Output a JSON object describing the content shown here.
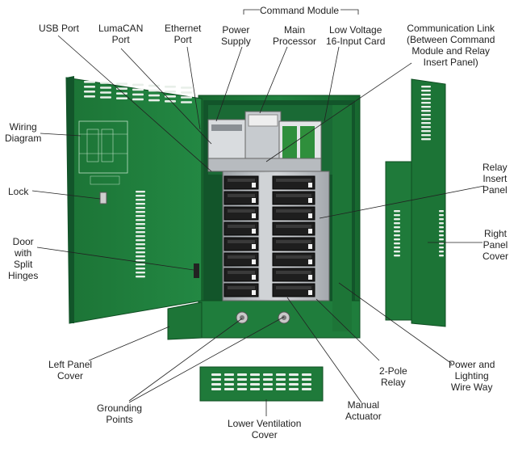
{
  "labels": {
    "command_module": "Command Module",
    "usb_port": "USB Port",
    "lumacan_port": [
      "LumaCAN",
      "Port"
    ],
    "ethernet_port": [
      "Ethernet",
      "Port"
    ],
    "power_supply": [
      "Power",
      "Supply"
    ],
    "main_processor": [
      "Main",
      "Processor"
    ],
    "low_voltage_card": [
      "Low Voltage",
      "16-Input Card"
    ],
    "communication_link": [
      "Communication Link",
      "(Between Command",
      "Module and Relay",
      "Insert Panel)"
    ],
    "wiring_diagram": [
      "Wiring",
      "Diagram"
    ],
    "lock": "Lock",
    "door_split_hinges": [
      "Door",
      "with",
      "Split",
      "Hinges"
    ],
    "relay_insert_panel": [
      "Relay",
      "Insert",
      "Panel"
    ],
    "right_panel_cover": [
      "Right",
      "Panel",
      "Cover"
    ],
    "left_panel_cover": [
      "Left Panel",
      "Cover"
    ],
    "grounding_points": [
      "Grounding",
      "Points"
    ],
    "lower_ventilation_cover": [
      "Lower Ventilation",
      "Cover"
    ],
    "manual_actuator": [
      "Manual",
      "Actuator"
    ],
    "two_pole_relay": [
      "2-Pole",
      "Relay"
    ],
    "power_wire_way": [
      "Power and",
      "Lighting",
      "Wire Way"
    ]
  },
  "colors": {
    "enclosure_green": "#1f7a3a",
    "enclosure_dark": "#155c2b",
    "enclosure_light": "#2b9248",
    "relay_black": "#1c1c1c",
    "metal_plate": "#b8bcc0",
    "line": "#222222"
  }
}
